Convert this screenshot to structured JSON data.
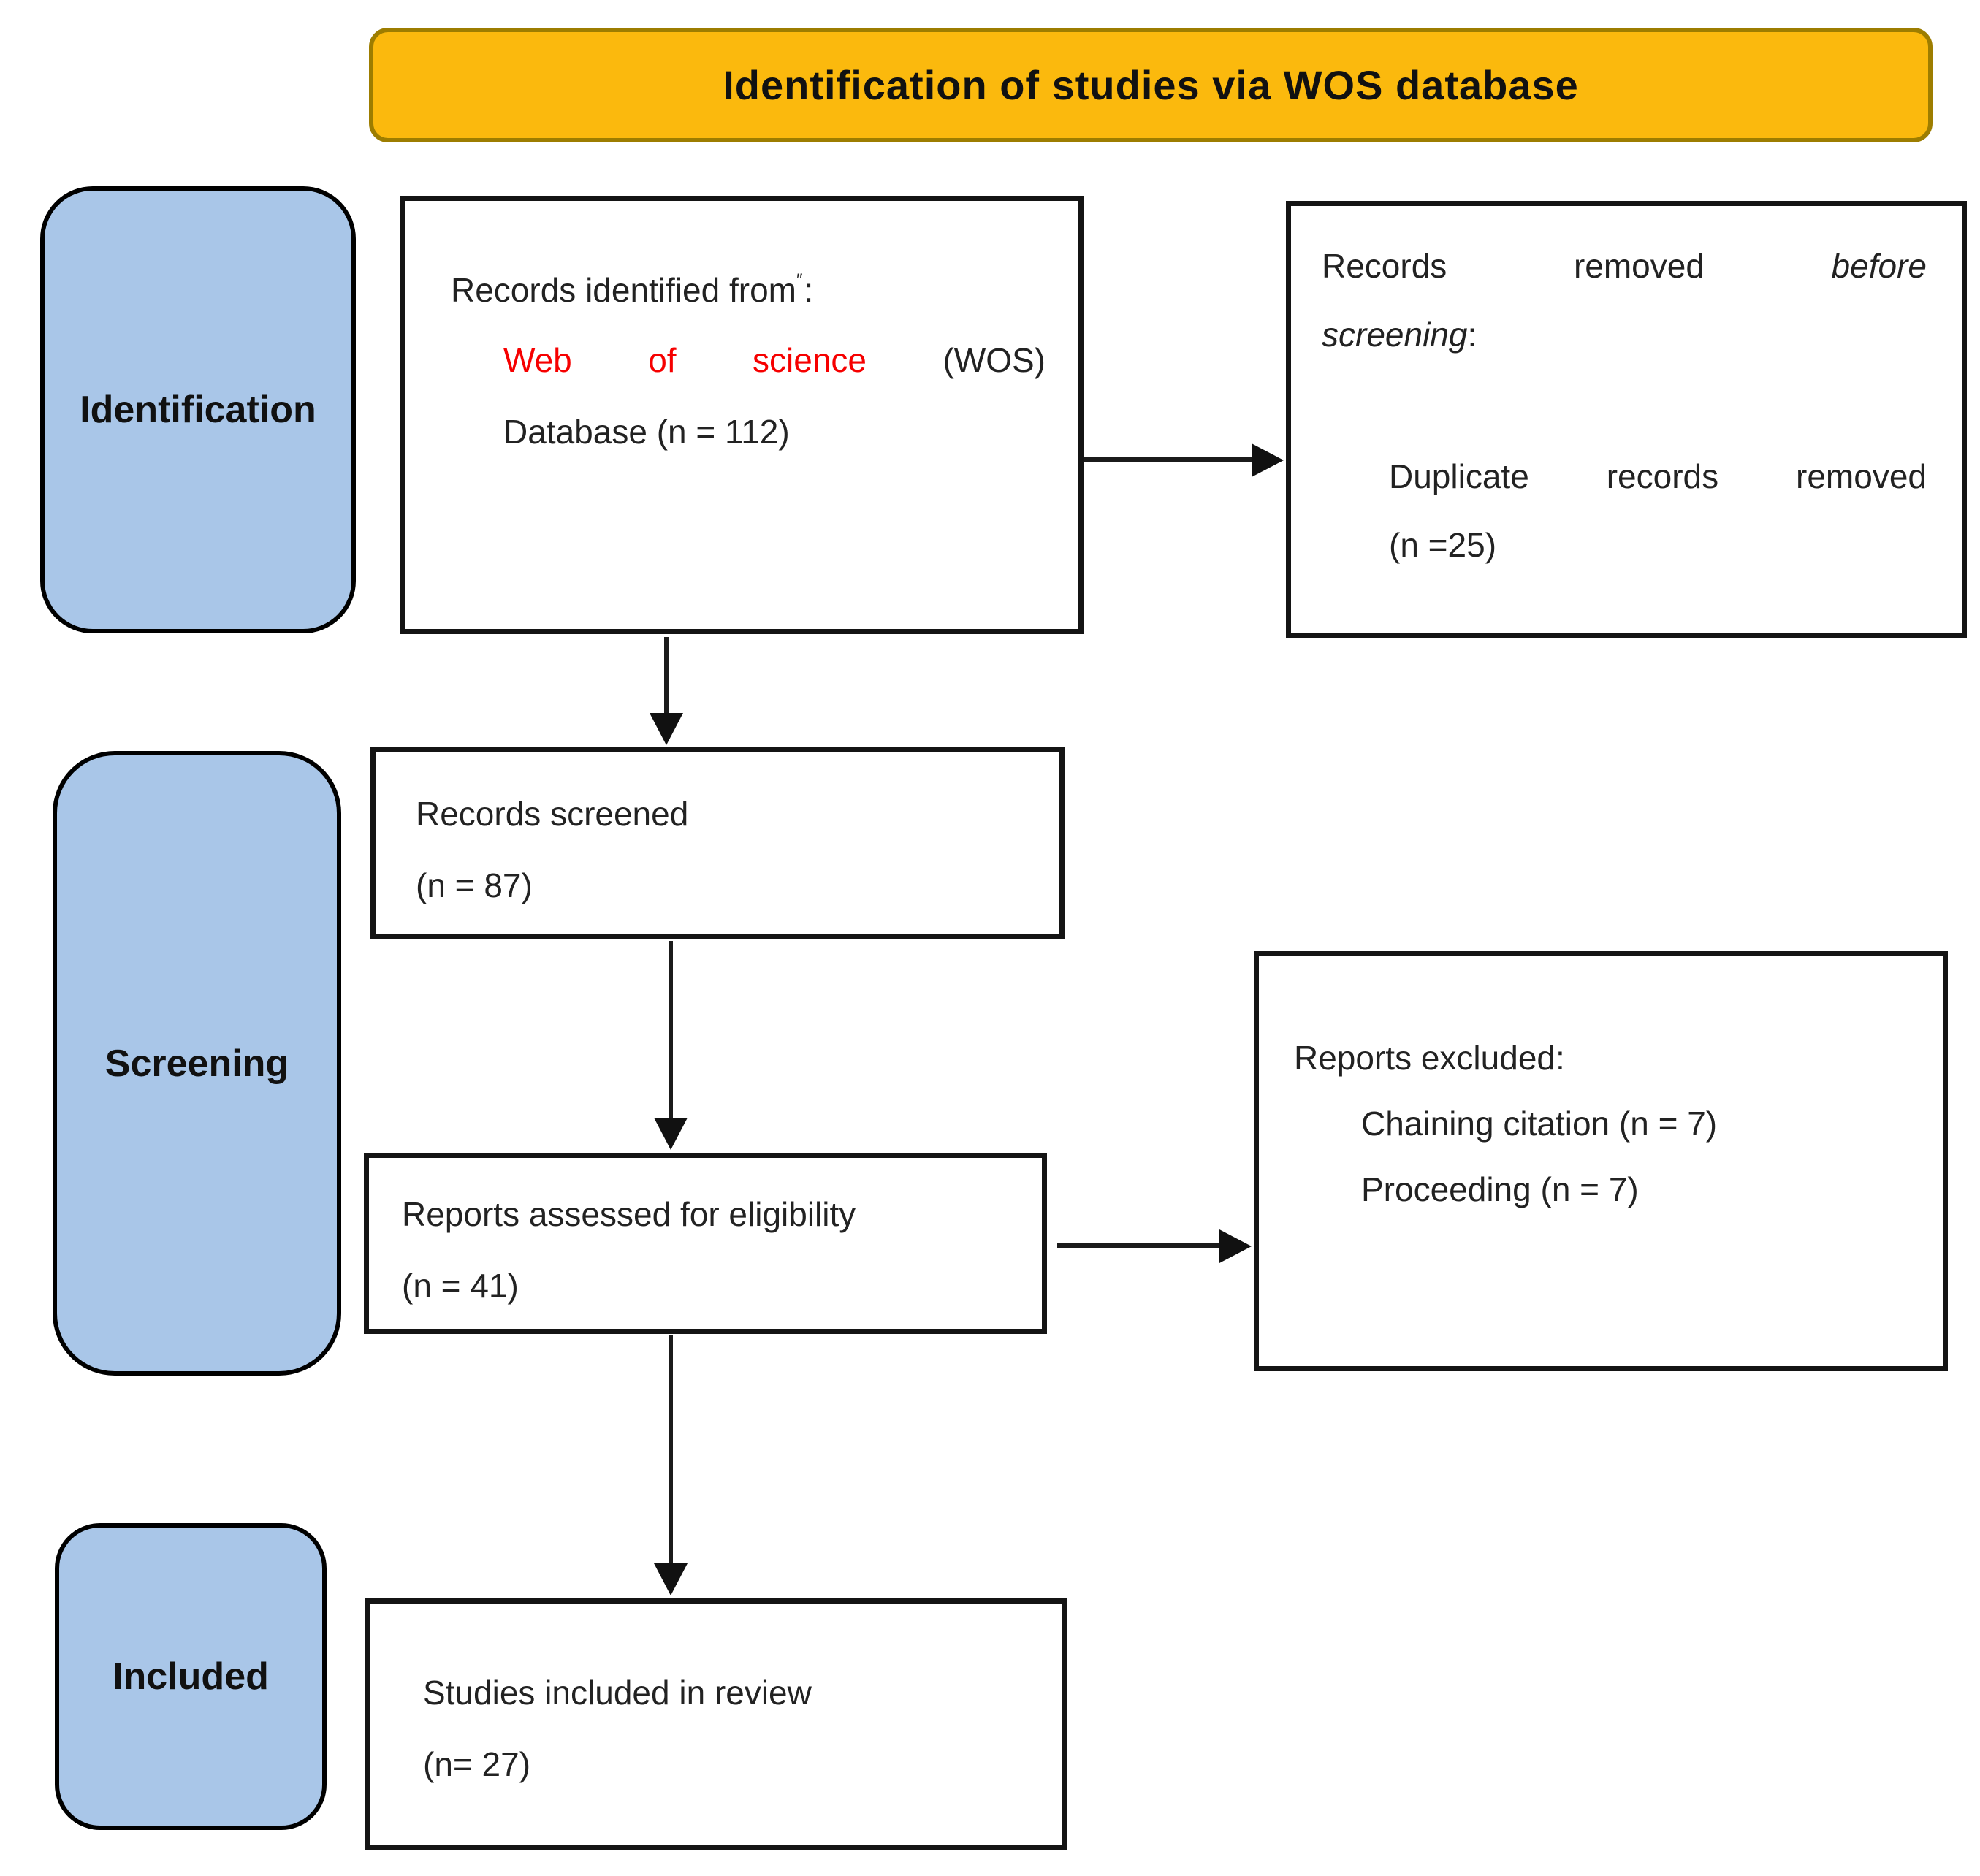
{
  "title": "Identification of studies via WOS database",
  "colors": {
    "banner_fill": "#FBB90D",
    "banner_border": "#9D7D00",
    "stage_fill": "#A9C6E8",
    "source_text_red": "#F60000",
    "line_black": "#1B1B1B"
  },
  "stages": {
    "identification": "Identification",
    "screening": "Screening",
    "included": "Included"
  },
  "boxes": {
    "records_identified": {
      "intro": "Records identified from",
      "intro_mark": "″",
      "intro_colon": ":",
      "source_words": [
        "Web",
        "of",
        "science"
      ],
      "source_suffix": "(WOS)",
      "count_line": "Database (n = 112)"
    },
    "records_removed": {
      "line1_words": [
        "Records",
        "removed"
      ],
      "line1_italic": "before",
      "line2_italic": "screening",
      "line2_colon": ":",
      "reason_words": [
        "Duplicate",
        "records",
        "removed"
      ],
      "reason_count": "(n =25)"
    },
    "records_screened": {
      "label": "Records screened",
      "count": "(n = 87)"
    },
    "reports_assessed": {
      "label": "Reports assessed for eligibility",
      "count": "(n = 41)"
    },
    "reports_excluded": {
      "heading": "Reports excluded:",
      "reasons": [
        "Chaining citation (n = 7)",
        "Proceeding (n = 7)"
      ]
    },
    "studies_included": {
      "label": "Studies included in review",
      "count": "(n= 27)"
    }
  }
}
